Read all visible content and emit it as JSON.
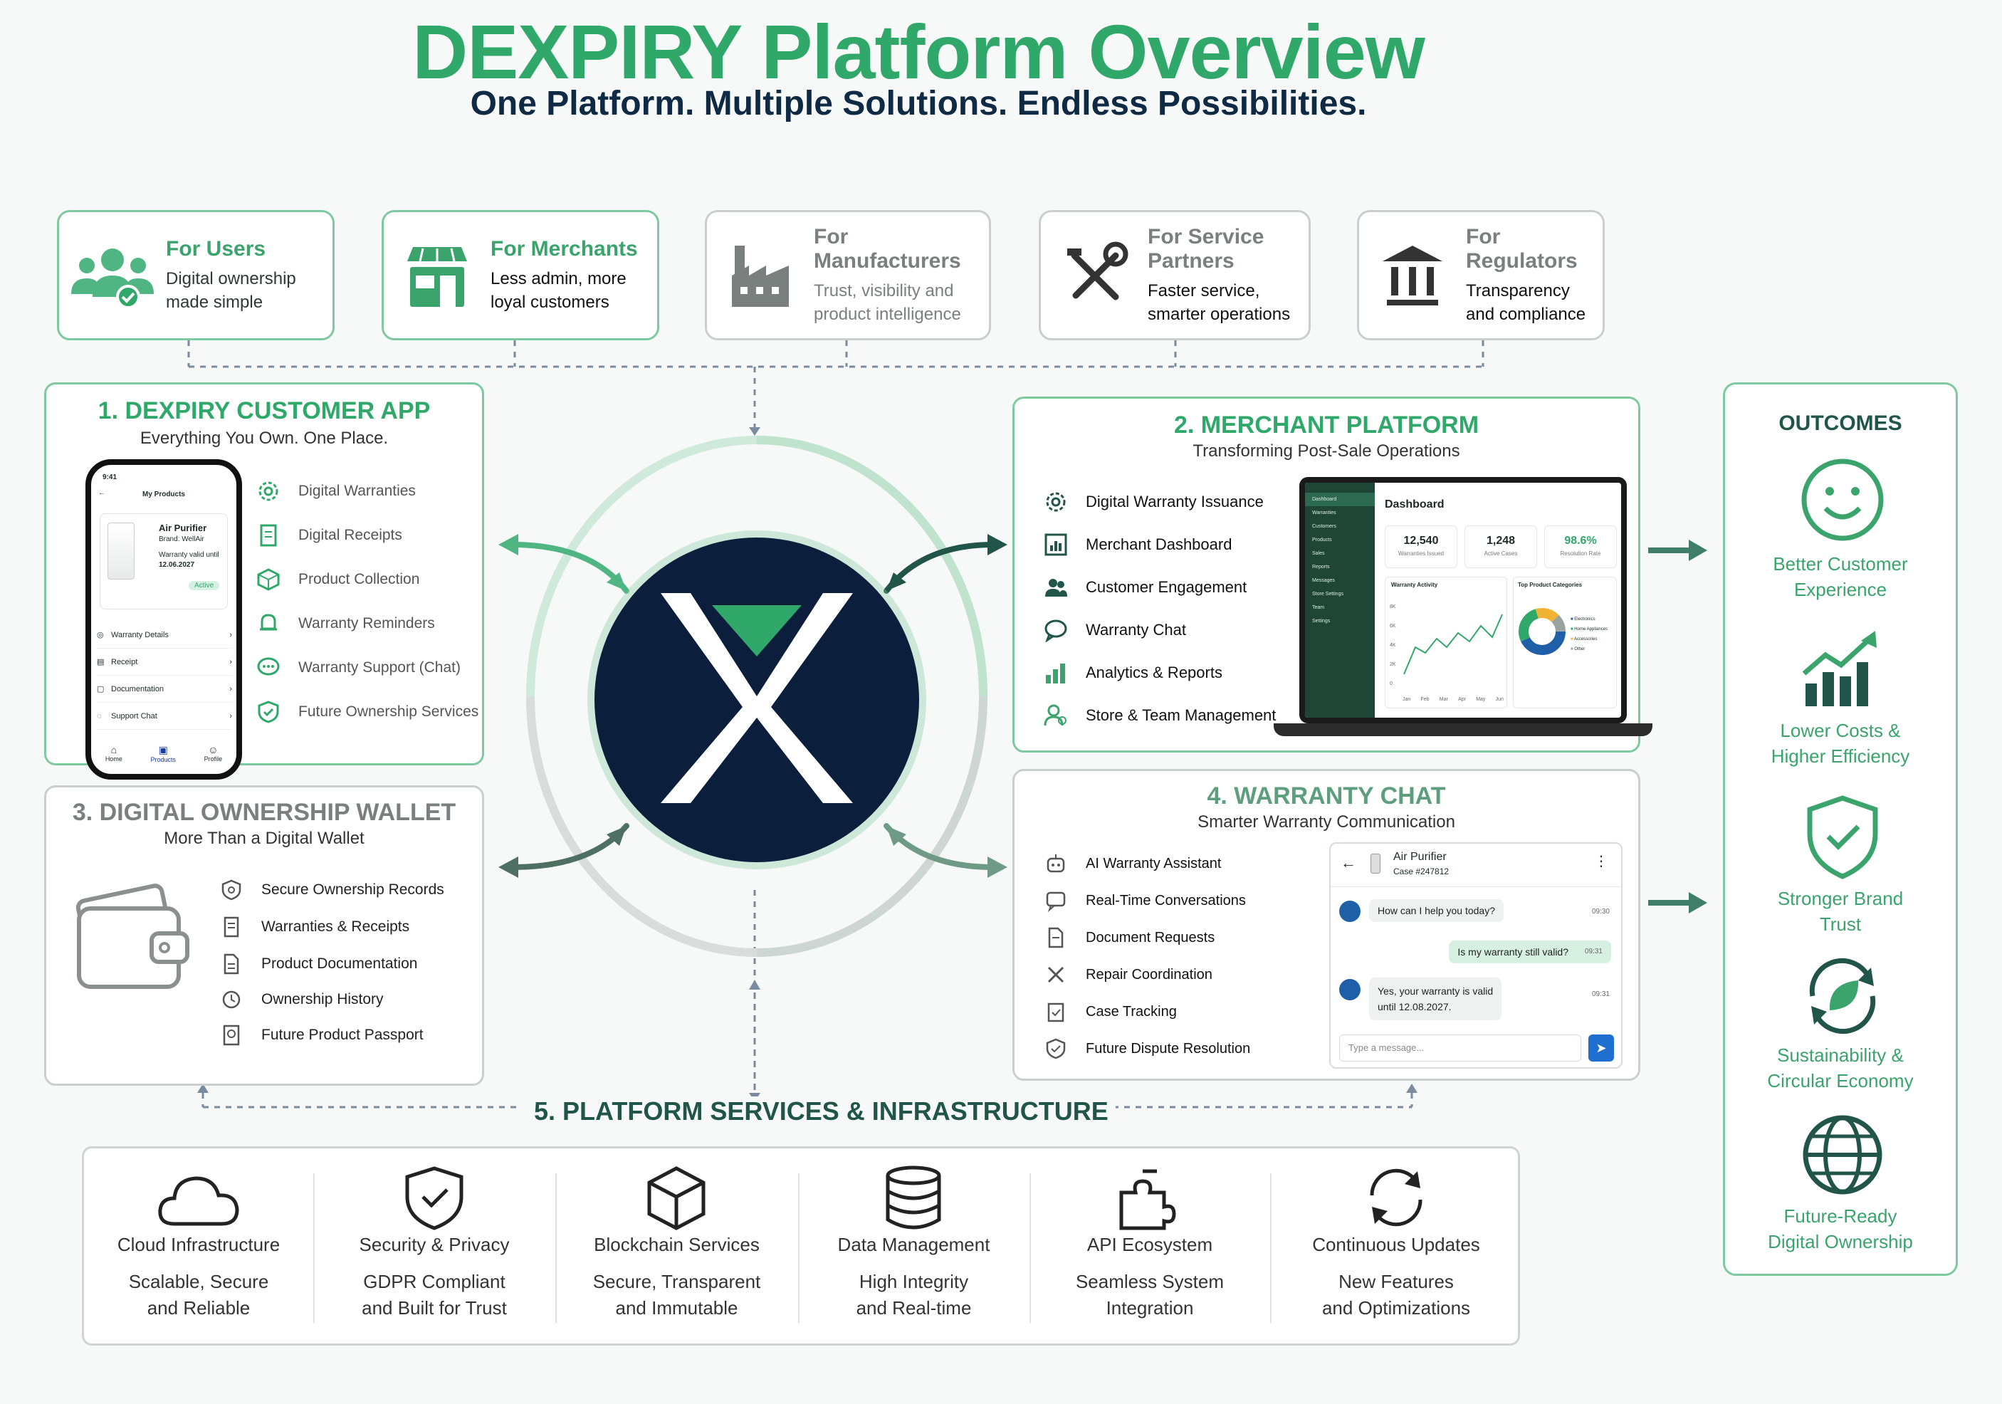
{
  "title": "DEXPIRY Platform Overview",
  "subtitle": "One Platform. Multiple Solutions. Endless Possibilities.",
  "audiences": [
    {
      "title": "For Users",
      "desc1": "Digital ownership",
      "desc2": "made simple",
      "icon": "users-icon"
    },
    {
      "title": "For Merchants",
      "desc1": "Less admin, more",
      "desc2": "loyal customers",
      "icon": "store-icon"
    },
    {
      "title": "For Manufacturers",
      "desc1": "Trust, visibility and",
      "desc2": "product intelligence",
      "icon": "factory-icon"
    },
    {
      "title": "For Service Partners",
      "desc1": "Faster service,",
      "desc2": "smarter operations",
      "icon": "tools-icon"
    },
    {
      "title": "For Regulators",
      "desc1": "Transparency",
      "desc2": "and compliance",
      "icon": "bank-icon"
    }
  ],
  "customer_app": {
    "title": "1. DEXPIRY CUSTOMER APP",
    "subtitle": "Everything You Own. One Place.",
    "features": [
      "Digital Warranties",
      "Digital Receipts",
      "Product Collection",
      "Warranty Reminders",
      "Warranty Support (Chat)",
      "Future Ownership Services"
    ],
    "phone": {
      "time": "9:41",
      "header": "My Products",
      "product": "Air Purifier",
      "brand": "Brand: WellAir",
      "valid_label": "Warranty valid until",
      "valid_date": "12.06.2027",
      "status": "Active",
      "rows": [
        "Warranty Details",
        "Receipt",
        "Documentation",
        "Support Chat"
      ],
      "nav": [
        "Home",
        "Products",
        "Profile"
      ]
    }
  },
  "merchant": {
    "title": "2. MERCHANT PLATFORM",
    "subtitle": "Transforming Post-Sale Operations",
    "features": [
      "Digital Warranty Issuance",
      "Merchant Dashboard",
      "Customer Engagement",
      "Warranty Chat",
      "Analytics & Reports",
      "Store & Team Management"
    ],
    "dashboard": {
      "heading": "Dashboard",
      "nav": [
        "Dashboard",
        "Warranties",
        "Customers",
        "Products",
        "Sales",
        "Reports",
        "Messages",
        "Store Settings",
        "Team",
        "Settings"
      ],
      "kpis": [
        {
          "value": "12,540",
          "label": "Warranties Issued"
        },
        {
          "value": "1,248",
          "label": "Active Cases"
        },
        {
          "value": "98.6%",
          "label": "Resolution Rate"
        }
      ],
      "activity_title": "Warranty Activity",
      "activity_y": [
        "8K",
        "6K",
        "4K",
        "2K",
        "0"
      ],
      "activity_x": [
        "Jan",
        "Feb",
        "Mar",
        "Apr",
        "May",
        "Jun"
      ],
      "categories_title": "Top Product Categories",
      "categories": [
        "Electronics",
        "Home Appliances",
        "Accessories",
        "Other"
      ]
    }
  },
  "wallet": {
    "title": "3. DIGITAL OWNERSHIP WALLET",
    "subtitle": "More Than a Digital Wallet",
    "features": [
      "Secure Ownership Records",
      "Warranties & Receipts",
      "Product Documentation",
      "Ownership History",
      "Future Product Passport"
    ]
  },
  "chat": {
    "title": "4. WARRANTY CHAT",
    "subtitle": "Smarter Warranty Communication",
    "features": [
      "AI Warranty Assistant",
      "Real-Time Conversations",
      "Document Requests",
      "Repair Coordination",
      "Case Tracking",
      "Future Dispute Resolution"
    ],
    "window": {
      "product": "Air Purifier",
      "case": "Case #247812",
      "msg1": "How can I help you today?",
      "msg1_time": "09:30",
      "msg2": "Is my warranty still valid?",
      "msg2_time": "09:31",
      "msg3a": "Yes, your warranty is valid",
      "msg3b": "until 12.08.2027.",
      "msg3_time": "09:31",
      "placeholder": "Type a message..."
    }
  },
  "services": {
    "title": "5. PLATFORM SERVICES & INFRASTRUCTURE",
    "items": [
      {
        "title": "Cloud Infrastructure",
        "d1": "Scalable, Secure",
        "d2": "and Reliable",
        "icon": "cloud-icon"
      },
      {
        "title": "Security & Privacy",
        "d1": "GDPR Compliant",
        "d2": "and Built for Trust",
        "icon": "shield-check-icon"
      },
      {
        "title": "Blockchain Services",
        "d1": "Secure, Transparent",
        "d2": "and Immutable",
        "icon": "cube-icon"
      },
      {
        "title": "Data Management",
        "d1": "High Integrity",
        "d2": "and Real-time",
        "icon": "database-icon"
      },
      {
        "title": "API Ecosystem",
        "d1": "Seamless System",
        "d2": "Integration",
        "icon": "puzzle-icon"
      },
      {
        "title": "Continuous Updates",
        "d1": "New Features",
        "d2": "and Optimizations",
        "icon": "refresh-icon"
      }
    ]
  },
  "outcomes": {
    "title": "OUTCOMES",
    "items": [
      {
        "l1": "Better Customer",
        "l2": "Experience",
        "icon": "smiley-icon"
      },
      {
        "l1": "Lower Costs &",
        "l2": "Higher Efficiency",
        "icon": "growth-chart-icon"
      },
      {
        "l1": "Stronger Brand",
        "l2": "Trust",
        "icon": "shield-check-icon"
      },
      {
        "l1": "Sustainability &",
        "l2": "Circular Economy",
        "icon": "recycle-leaf-icon"
      },
      {
        "l1": "Future-Ready",
        "l2": "Digital Ownership",
        "icon": "globe-icon"
      }
    ]
  },
  "colors": {
    "green": "#2fa86a",
    "navy": "#0f2a44",
    "dark_green": "#21554a",
    "grey": "#7a807d"
  }
}
